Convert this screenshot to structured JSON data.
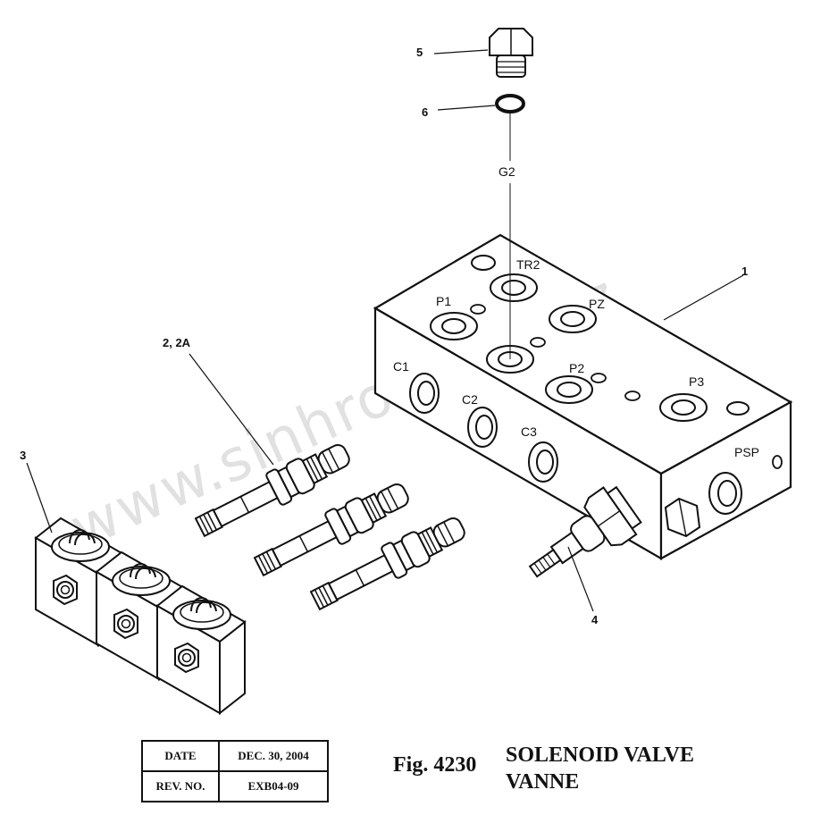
{
  "watermark": "www.sinhron-too.kz",
  "part_numbers": {
    "p1": "1",
    "p2": "2, 2A",
    "p3": "3",
    "p4": "4",
    "p5": "5",
    "p6": "6"
  },
  "port_labels": {
    "g2": "G2",
    "tr2": "TR2",
    "p1": "P1",
    "pz": "PZ",
    "p2": "P2",
    "p3": "P3",
    "c1": "C1",
    "c2": "C2",
    "c3": "C3",
    "psp": "PSP"
  },
  "title_block": {
    "date_label": "DATE",
    "date_value": "DEC. 30, 2004",
    "rev_label": "REV. NO.",
    "rev_value": "EXB04-09"
  },
  "figure": {
    "number": "Fig. 4230",
    "title_line1": "SOLENOID VALVE",
    "title_line2": "VANNE"
  }
}
